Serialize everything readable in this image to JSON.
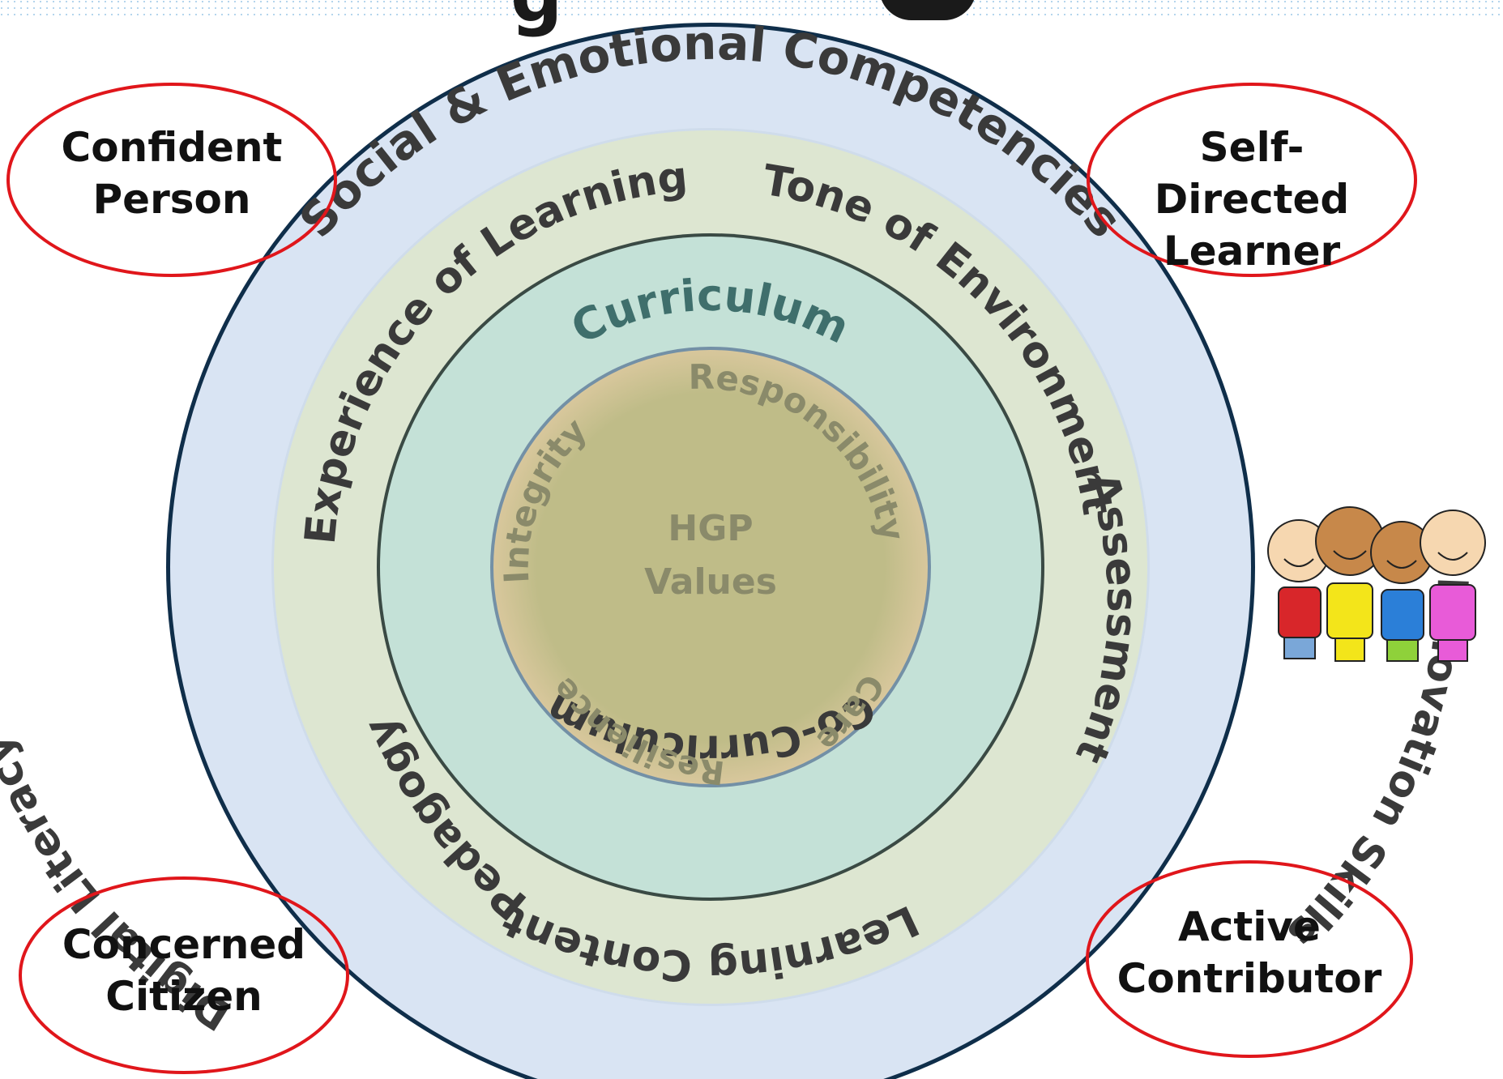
{
  "diagram": {
    "title_fragment": "g",
    "core": {
      "line1": "HGP",
      "line2": "Values"
    },
    "rings": {
      "outer": {
        "top": "Social & Emotional Competencies",
        "left": "Digital Literacy",
        "right": "Innovation Skills"
      },
      "middle": {
        "top_left": "Experience of Learning",
        "top_right": "Tone of Environment",
        "right": "Assessment",
        "bottom": "Learning Content",
        "left": "Pedagogy"
      },
      "inner": {
        "top": "Curriculum",
        "bottom": "Co-Curriculum"
      },
      "values": {
        "integrity": "Integrity",
        "responsibility": "Responsibility",
        "care": "Care",
        "resilience": "Resilience"
      }
    },
    "outcomes": {
      "top_left": {
        "line1": "Confident",
        "line2": "Person"
      },
      "top_right": {
        "line1": "Self-Directed",
        "line2": "Learner"
      },
      "bottom_left": {
        "line1": "Concerned",
        "line2": "Citizen"
      },
      "bottom_right": {
        "line1": "Active",
        "line2": "Contributor"
      }
    },
    "colors": {
      "outer_ring": "#d9e4f3",
      "middle_ring": "#dde6d1",
      "inner_ring": "#c4e1d7",
      "core": "#c0bd8a",
      "ellipse_stroke": "#e0161b",
      "ring_text": "#3a3a3a",
      "inner_text": "#3f6f6c",
      "core_text": "#8a8a6a"
    }
  }
}
